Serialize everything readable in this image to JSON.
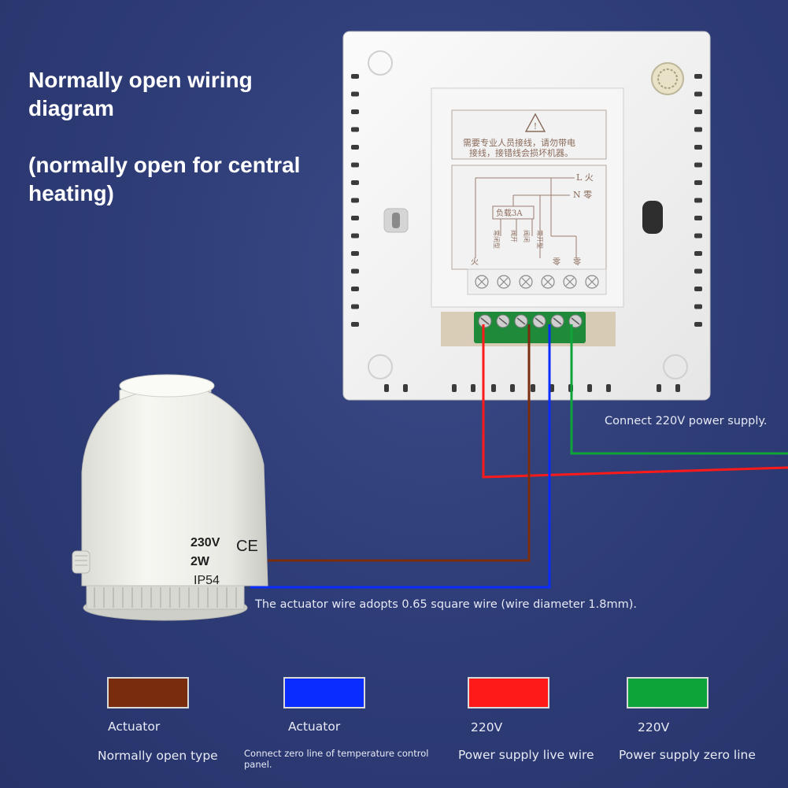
{
  "title": {
    "line1": "Normally open wiring diagram",
    "line2": "(normally open for central heating)"
  },
  "thermostat": {
    "warning_text_line1": "需要专业人员接线，请勿带电",
    "warning_text_line2": "接线，接错线会损坏机器。",
    "terminal_L": "L 火",
    "terminal_N": "N 零",
    "load_label": "负载3A",
    "label_normally_closed": "常闭型",
    "label_valve_open": "阀开",
    "label_valve_close": "阀闭",
    "label_normally_open": "常开型",
    "label_fire": "火",
    "label_zero1": "零",
    "label_zero2": "零"
  },
  "actuator": {
    "voltage": "230V",
    "power": "2W",
    "rating": "IP54",
    "ce_mark": "CE"
  },
  "notes": {
    "power_supply": "Connect 220V power supply.",
    "actuator_wire": "The actuator wire adopts 0.65 square wire (wire diameter 1.8mm)."
  },
  "colors": {
    "brown": "#7a2d0e",
    "blue": "#0a2cff",
    "red": "#ff1a1a",
    "green": "#0da43a"
  },
  "legend": [
    {
      "line1": "Actuator",
      "line2": "Normally open type"
    },
    {
      "line1": "Actuator",
      "line2": "Connect zero line of temperature control panel."
    },
    {
      "line1": "220V",
      "line2": "Power supply live wire"
    },
    {
      "line1": "220V",
      "line2": "Power supply zero line"
    }
  ]
}
